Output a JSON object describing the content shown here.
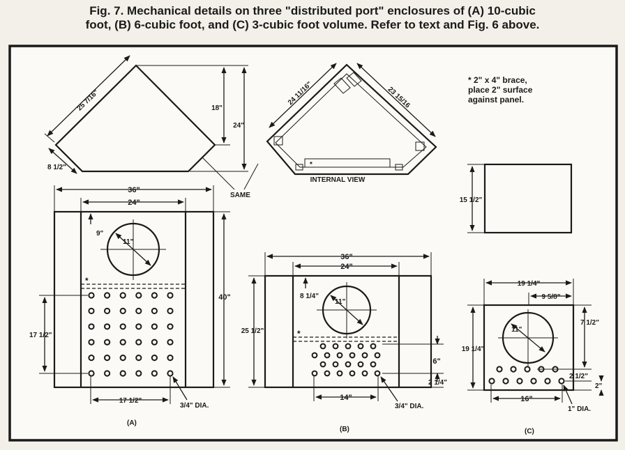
{
  "caption": {
    "line1": "Fig. 7. Mechanical details on three \"distributed port\" enclosures of (A) 10-cubic",
    "line2": "foot, (B) 6-cubic foot, and (C) 3-cubic foot volume. Refer to text and Fig. 6 above."
  },
  "note": {
    "line1": "* 2\" x 4\" brace,",
    "line2": "place 2\" surface",
    "line3": "against panel."
  },
  "top_view": {
    "side": "25 7/16\"",
    "depth": "8 1/2\"",
    "h18": "18\"",
    "h24": "24\"",
    "same": "SAME"
  },
  "internal_view": {
    "left": "24 11/16\"",
    "right": "23 15/16",
    "label": "INTERNAL VIEW",
    "star": "*"
  },
  "enc_a": {
    "w36": "36\"",
    "w24": "24\"",
    "d9": "9\"",
    "dia11": "11\"",
    "h40": "40\"",
    "star": "*",
    "h17": "17 1/2\"",
    "w17": "17 1/2\"",
    "hole": "3/4\" DIA.",
    "label": "(A)"
  },
  "enc_b": {
    "w36": "36\"",
    "w24": "24\"",
    "d8": "8 1/4\"",
    "dia11": "11\"",
    "h25": "25 1/2\"",
    "star": "*",
    "h6": "6\"",
    "h2": "2 1/4\"",
    "w14": "14\"",
    "hole": "3/4\" DIA.",
    "label": "(B)"
  },
  "enc_c": {
    "side_h": "15 1/2\"",
    "w19": "19 1/4\"",
    "w9": "9 5/8\"",
    "dia11": "11\"",
    "h19": "19 1/4\"",
    "h7": "7 1/2\"",
    "h2a": "2 1/2\"",
    "h2b": "2\"",
    "w16": "16\"",
    "hole": "1\" DIA.",
    "label": "(C)"
  }
}
